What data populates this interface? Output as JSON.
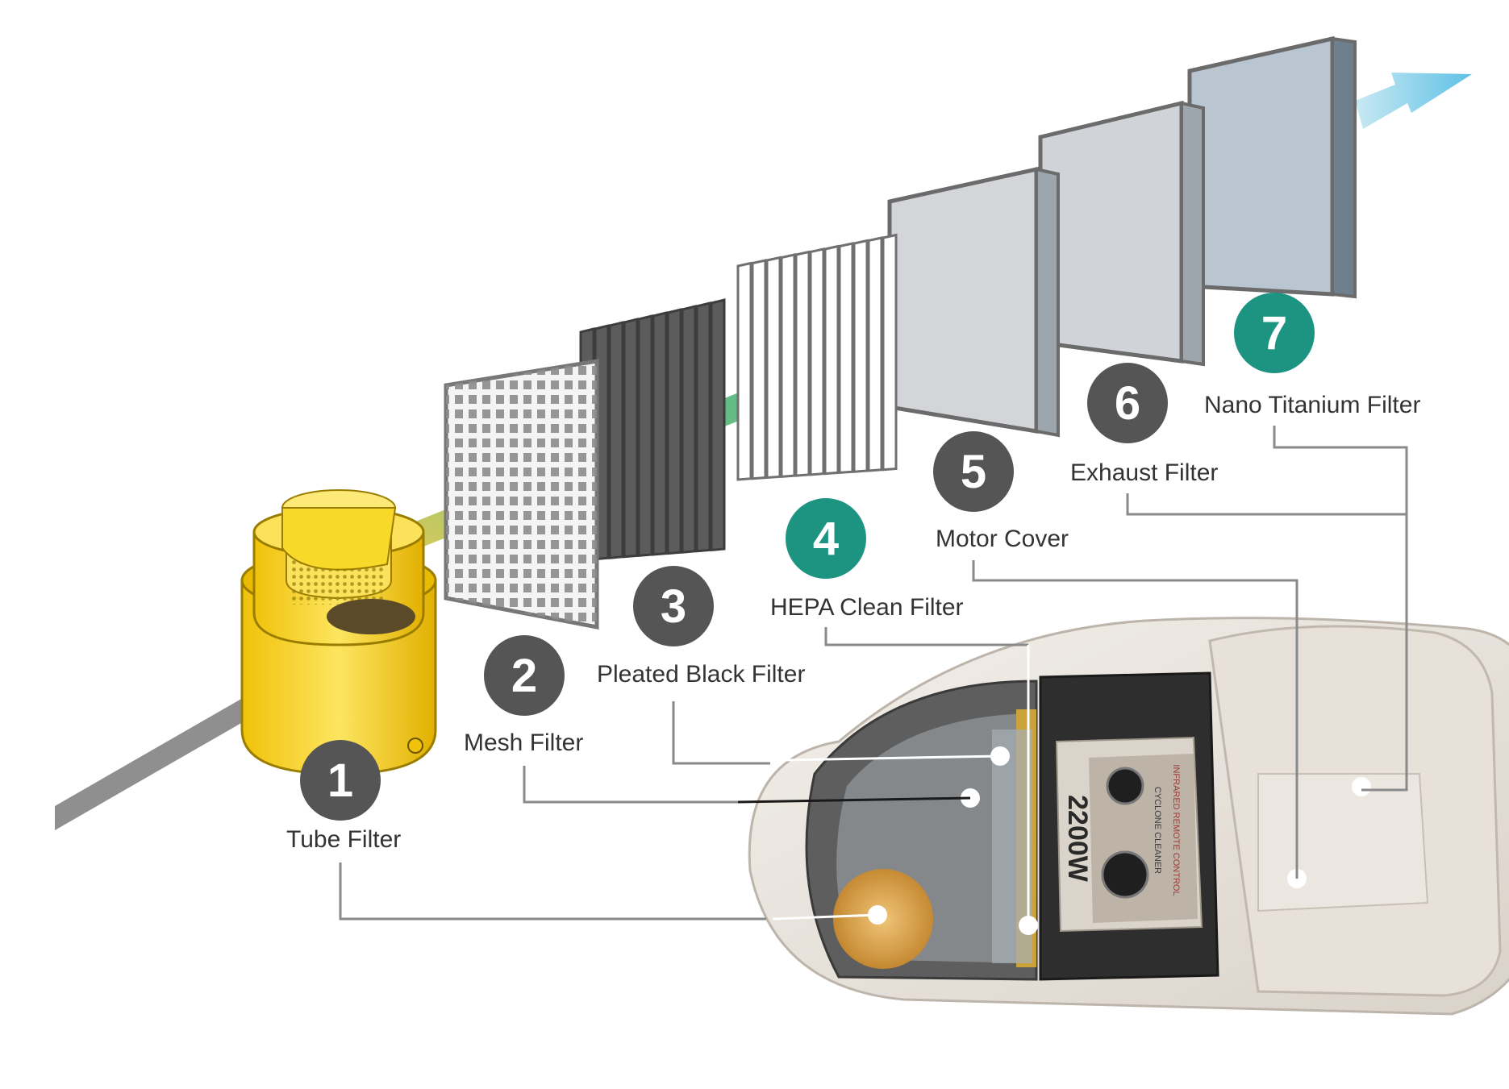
{
  "steps": [
    {
      "number": "1",
      "label": "Tube Filter",
      "color": "#555555"
    },
    {
      "number": "2",
      "label": "Mesh Filter",
      "color": "#555555"
    },
    {
      "number": "3",
      "label": "Pleated Black Filter",
      "color": "#555555"
    },
    {
      "number": "4",
      "label": "HEPA Clean Filter",
      "color": "#1d9482"
    },
    {
      "number": "5",
      "label": "Motor Cover",
      "color": "#555555"
    },
    {
      "number": "6",
      "label": "Exhaust Filter",
      "color": "#555555"
    },
    {
      "number": "7",
      "label": "Nano Titanium Filter",
      "color": "#1d9482"
    }
  ],
  "appliance": {
    "power_label": "2200W",
    "brand_line": "CYCLONE CLEANER",
    "control_line": "INFRARED REMOTE CONTROL"
  },
  "colors": {
    "badge_gray": "#555555",
    "badge_teal": "#1d9482",
    "tube_yellow": "#f7d51d",
    "airflow_green": "#4db36a",
    "airflow_blue": "#1d9ec9",
    "exit_arrow": "#7cc8e6",
    "connector_line": "#8a8a8a"
  },
  "icons": [
    "tube-filter-icon",
    "mesh-filter-icon",
    "pleated-filter-icon",
    "hepa-filter-icon",
    "motor-cover-icon",
    "exhaust-filter-icon",
    "nano-filter-icon",
    "vacuum-cleaner-icon",
    "exit-airflow-arrow-icon"
  ]
}
